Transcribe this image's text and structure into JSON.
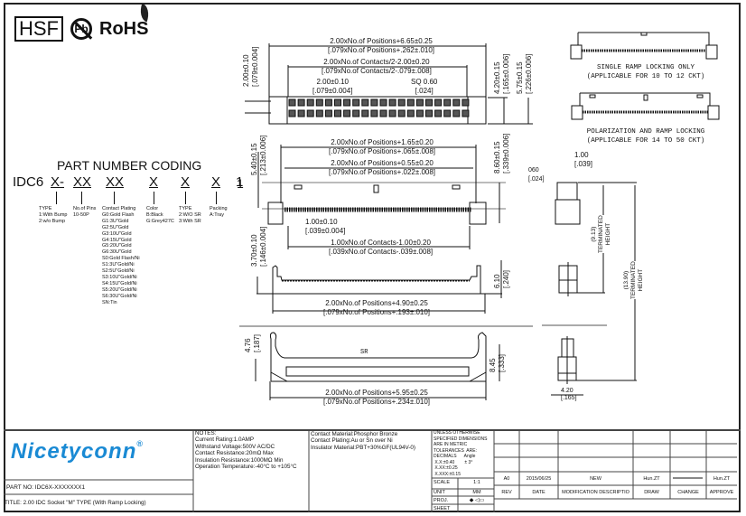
{
  "certifications": {
    "hsf": "HSF",
    "pb": "Pb",
    "rohs": "RoHS"
  },
  "part_number_coding": {
    "title": "PART NUMBER CODING",
    "prefix": "IDC6",
    "segments": [
      "X-",
      "XX",
      "XX",
      "X",
      "X",
      "X",
      "1"
    ],
    "legends": [
      {
        "lines": [
          "TYPE",
          "1:With Bump",
          "2:w/o Bump"
        ]
      },
      {
        "lines": [
          "No.of Pins",
          "10-50P"
        ]
      },
      {
        "lines": [
          "Contact Plating",
          "G0:Gold Flash",
          "G1:3U\"Gold",
          "G2:5U\"Gold",
          "G3:10U\"Gold",
          "G4:15U\"Gold",
          "G5:20U\"Gold",
          "G6:30U\"Gold",
          "S0:Gold Flash/Ni",
          "S1:3U\"Gold/Ni",
          "S2:5U\"Gold/Ni",
          "S3:10U\"Gold/Ni",
          "S4:15U\"Gold/Ni",
          "S5:20U\"Gold/Ni",
          "S6:30U\"Gold/Ni",
          "SN:Tin"
        ]
      },
      {
        "lines": [
          "Color",
          "B:Black",
          "G:Grey427C"
        ]
      },
      {
        "lines": [
          "TYPE",
          "2:W/O SR",
          "3:With SR"
        ]
      },
      {
        "lines": [
          "Packing",
          "A:Tray"
        ]
      }
    ]
  },
  "top_view": {
    "overall": [
      "2.00xNo.of Positions+6.65±0.25",
      "[.079xNo.of Positions+.262±.010]"
    ],
    "contacts": [
      "2.00xNo.of Contacts/2-2.00±0.20",
      "[.079xNo.of Contacts/2-.079±.008]"
    ],
    "pitch": [
      "2.00±0.10",
      "[.079±0.004]"
    ],
    "sq": [
      "SQ 0.60",
      "[.024]"
    ],
    "row_pitch": [
      "2.00±0.10",
      "[.079±0.004]"
    ],
    "h1": [
      "4.20±0.15",
      "[.165±0.006]"
    ],
    "h2": [
      "5.75±0.15",
      "[.226±0.006]"
    ]
  },
  "front_view": {
    "w1": [
      "2.00xNo.of Positions+1.65±0.20",
      "[.079xNo.of Positions+.065±.008]"
    ],
    "w2": [
      "2.00xNo.of Positions+0.55±0.20",
      "[.079xNo.of Positions+.022±.008]"
    ],
    "pin1_label": "1",
    "pitch": [
      "1.00±0.10",
      "[.039±0.004]"
    ],
    "contacts": [
      "1.00xNo.of Contacts-1.00±0.20",
      "[.039xNo.of Contacts-.039±.008]"
    ],
    "h_left": [
      "5.40±0.15",
      "[.213±0.006]"
    ],
    "h_right": [
      "8.60±0.15",
      "[.339±0.006]"
    ],
    "h_low": [
      "3.70±0.10",
      "[.146±0.004]"
    ]
  },
  "cover_view": {
    "height": [
      "6.10",
      "[.240]"
    ],
    "width": [
      "2.00xNo.of Positions+4.90±0.25",
      "[.079xNo.of Positions+.193±.010]"
    ]
  },
  "sr_view": {
    "label": "SR",
    "h_left": [
      "4.76",
      "[.187]"
    ],
    "h_right": [
      "8.45",
      "[.333]"
    ],
    "width": [
      "2.00xNo.of Positions+5.95±0.25",
      "[.079xNo.of Positions+.234±.010]"
    ]
  },
  "side_view": {
    "d1": [
      "1.00",
      "[.039]"
    ],
    "d2": [
      "060",
      "[.024]"
    ],
    "th1": [
      "(9.13)",
      "TERMINATED",
      "HEIGHT"
    ],
    "th2": [
      "(13.90)",
      "TERMINATED",
      "HEIGHT"
    ],
    "width": [
      "4.20",
      "[.165]"
    ]
  },
  "variants": [
    {
      "lines": [
        "SINGLE RAMP LOCKING ONLY",
        "(APPLICABLE FOR 10 TO 12 CKT)"
      ]
    },
    {
      "lines": [
        "POLARIZATION AND RAMP LOCKING",
        "(APPLICABLE FOR 14 TO 50 CKT)"
      ]
    }
  ],
  "title_block": {
    "brand": "Nicetyconn",
    "reg": "®",
    "part_no": "PART NO: IDC6X-XXXXXXX1",
    "title": "TITLE: 2.00 IDC Socket \"M\" TYPE (With Ramp Locking)",
    "notes": [
      "NOTES:",
      "Current Rating:1.0AMP",
      "Withstand Voltage:500V AC/DC",
      "Contact Resistance:20mΩ Max",
      "Insulation Resistance:1000MΩ Min",
      "Operation Temperature:-40°C to +105°C"
    ],
    "materials": [
      "Contact Material:Phosphor Bronze",
      "Contact Plating:Au or Sn over Ni",
      "Insulator Material:PBT+30%GF(UL94V-0)"
    ],
    "tolerances": [
      "UNLESS OTHERWISE",
      "SPECIFIED DIMENSIONS",
      "ARE IN METRIC",
      "TOLERANCES  ARE:",
      "DECIMALS      Angle",
      " X.X:±0.40        ± 3°",
      " X.XX:±0.25",
      " X.XXX:±0.15"
    ],
    "scale_label": "SCALE",
    "scale_value": "1:1",
    "unit_label": "UNIT",
    "unit_value": "MM",
    "proj_label": "PROJ.",
    "proj_symbol": "◆ ◁▭",
    "sheet_label": "SHEET",
    "rev_row": [
      "A0",
      "2015/06/25",
      "NEW",
      "Hun.ZT",
      "",
      "Hun.ZT"
    ],
    "rev_headers": [
      "REV",
      "DATE",
      "MODIFICATION DESCRIPTIO",
      "DRAW",
      "CHANGE",
      "APPROVE"
    ]
  }
}
